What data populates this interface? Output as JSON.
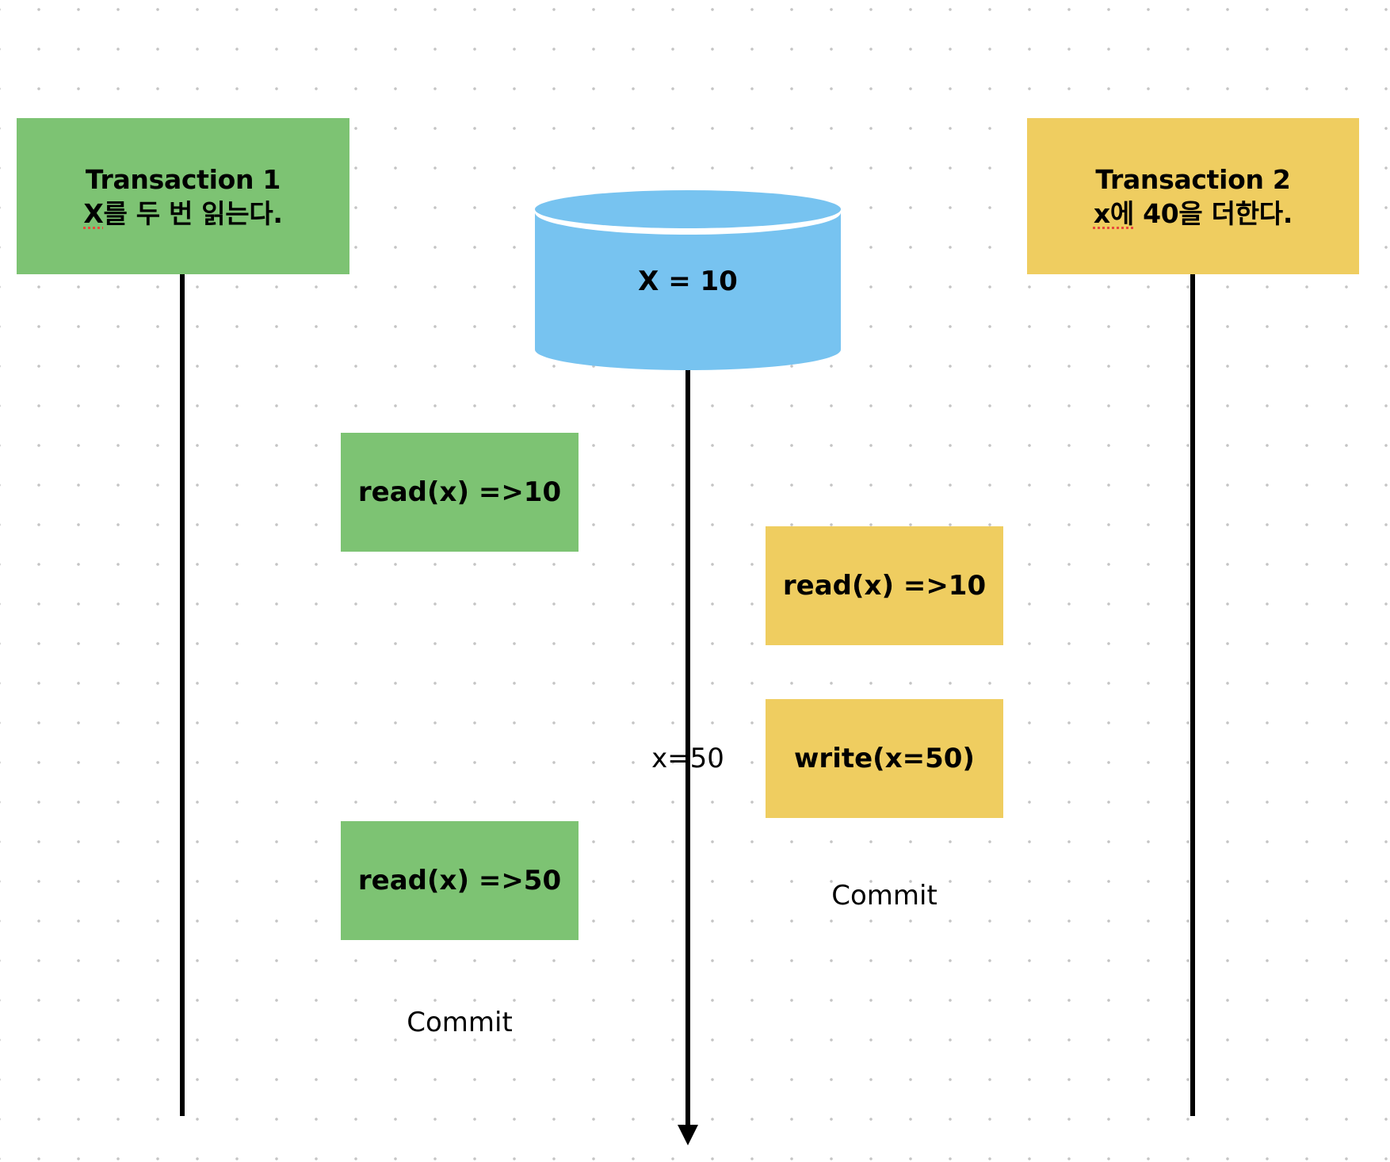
{
  "transaction1": {
    "title": "Transaction 1",
    "subtitle_word": "X",
    "subtitle_rest": "를 두 번 읽는다.",
    "color": "#7dc373"
  },
  "transaction2": {
    "title": "Transaction 2",
    "subtitle_word": "x에",
    "subtitle_rest": " 40을 더한다.",
    "color": "#efcd60"
  },
  "database": {
    "label": "X = 10",
    "color": "#77c3f0"
  },
  "steps": {
    "t1_read_first": "read(x) =>10",
    "t2_read": "read(x) =>10",
    "t2_write": "write(x=50)",
    "db_value_label": "x=50",
    "t1_read_second": "read(x) =>50",
    "t2_commit": "Commit",
    "t1_commit": "Commit"
  }
}
